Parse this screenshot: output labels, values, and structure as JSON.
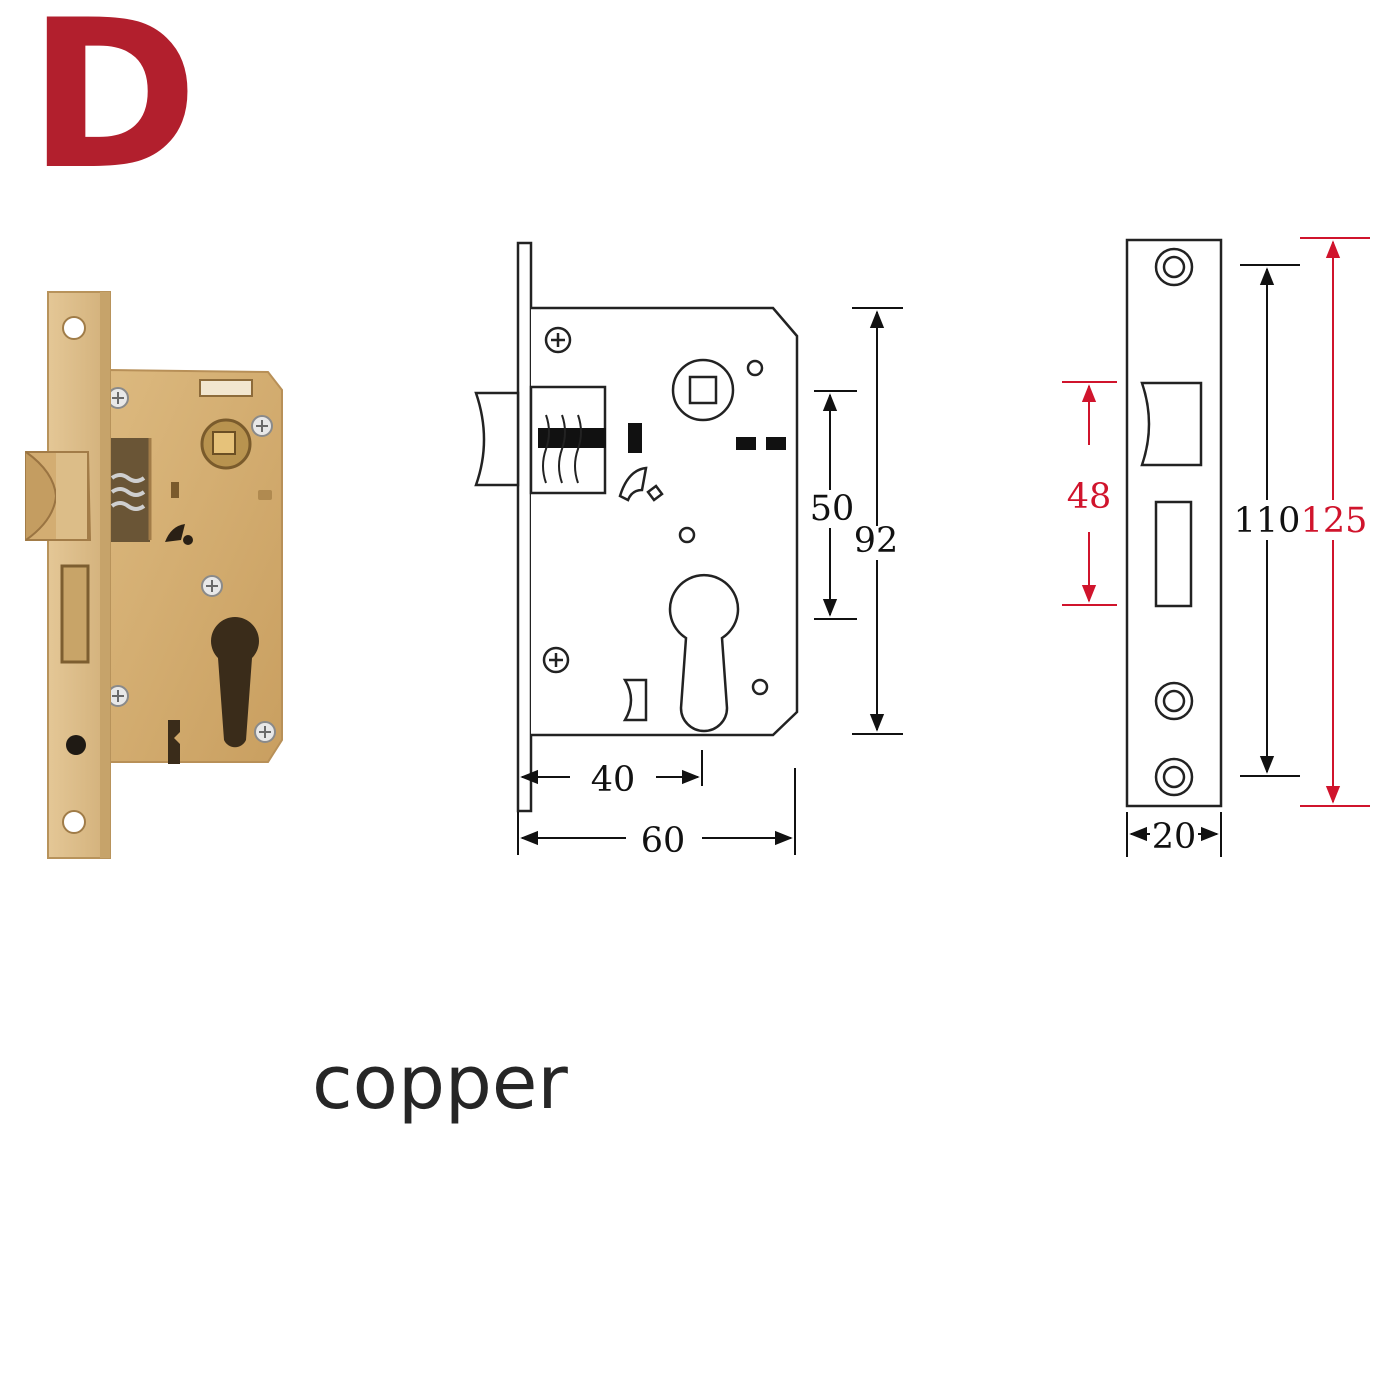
{
  "variant": {
    "letter": "D",
    "color": "#b21f2d"
  },
  "finish": {
    "label": "copper",
    "color": "#262626"
  },
  "product_photo": {
    "body_color": "#d3ad72",
    "faceplate_color": "#dcbd88",
    "shadow_color": "#a98652"
  },
  "lock_drawing": {
    "dimensions": {
      "backset": "40",
      "depth": "60",
      "height": "92",
      "center_distance": "50"
    }
  },
  "faceplate_drawing": {
    "dimensions": {
      "width": "20",
      "inner_length": "110",
      "total_length": "125",
      "latch_span": "48"
    },
    "highlight_color": "#d0142c"
  }
}
